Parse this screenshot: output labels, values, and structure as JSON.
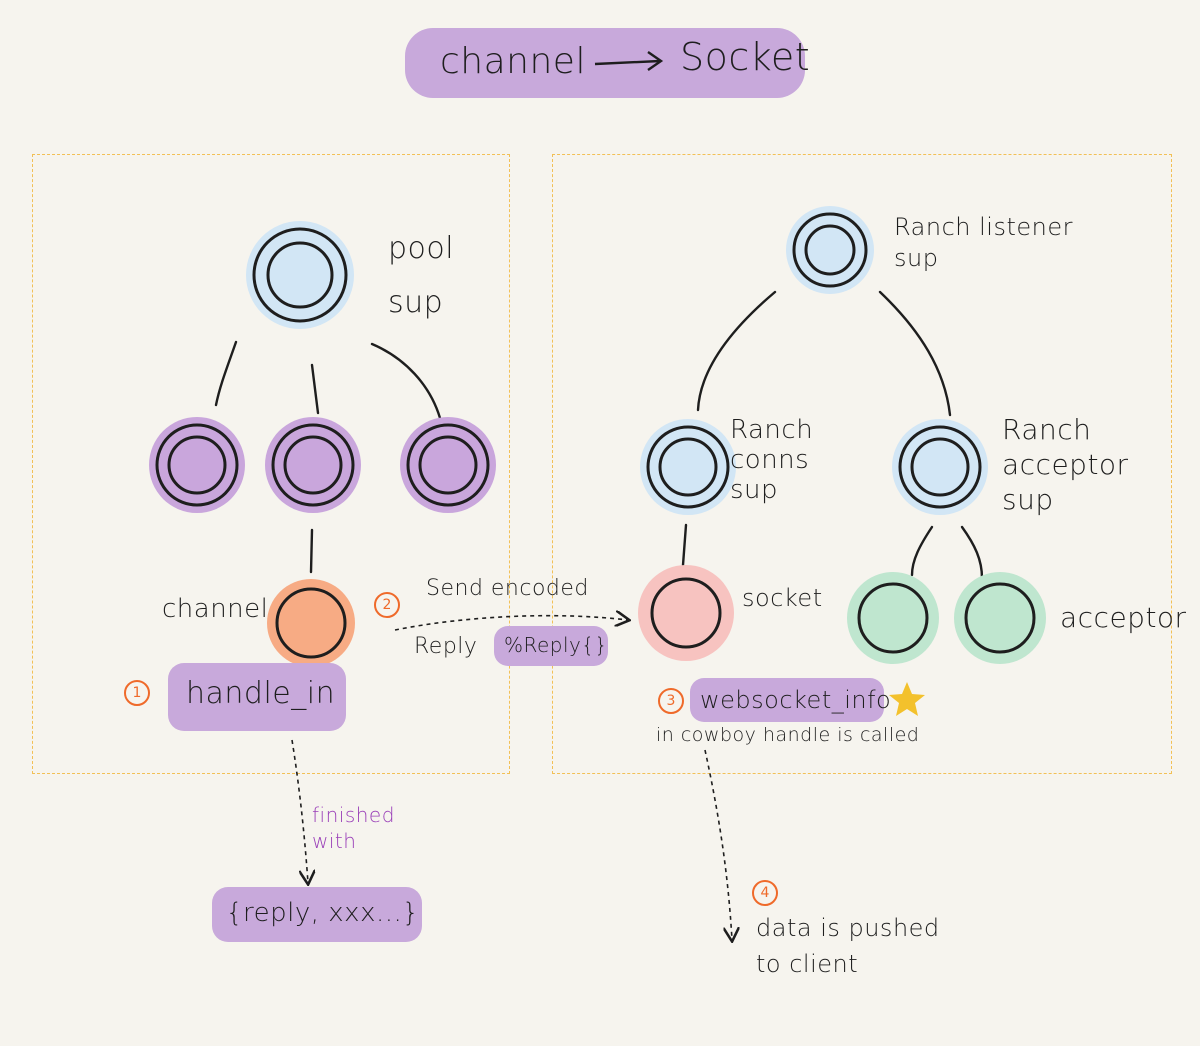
{
  "title": {
    "left": "channel",
    "right": "Socket"
  },
  "left_panel": {
    "pool_sup": "pool\nsup",
    "channel_label": "channel",
    "step1": {
      "num": "1",
      "text": "handle_in"
    },
    "finished_with": "finished\nwith",
    "reply_tuple": "{reply, xxx...}"
  },
  "middle": {
    "step2": {
      "num": "2",
      "text": "Send encoded"
    },
    "reply_label": "Reply",
    "reply_struct": "%Reply{}"
  },
  "right_panel": {
    "ranch_listener_sup": "Ranch listener\nsup",
    "ranch_conns_sup": "Ranch\nconns\nsup",
    "ranch_acceptor_sup": "Ranch\nacceptor\nsup",
    "socket_label": "socket",
    "acceptor_label": "acceptor",
    "step3": {
      "num": "3",
      "text": "websocket_info",
      "note": "in cowboy handle is called"
    },
    "step4": {
      "num": "4",
      "text": "data is pushed\nto client"
    }
  },
  "colors": {
    "sup": "#d2e6f5",
    "worker_purple": "#c9a6dc",
    "channel": "#f7ab84",
    "socket": "#f7c3c0",
    "acceptor": "#bfe6cf",
    "highlight": "#c8a9db",
    "frame": "#f2c056",
    "number": "#ef6a2a",
    "star": "#f3c12c"
  },
  "icons": [
    "star-icon",
    "arrow-right-icon",
    "arrow-down-icon"
  ]
}
